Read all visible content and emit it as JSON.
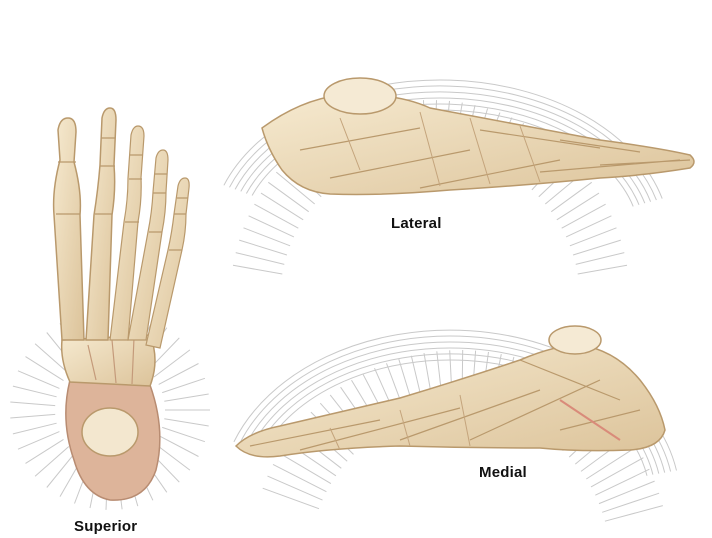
{
  "views": {
    "superior": {
      "label": "Superior"
    },
    "lateral": {
      "label": "Lateral"
    },
    "medial": {
      "label": "Medial"
    }
  },
  "colors": {
    "bone_fill": "#ecdcb8",
    "bone_shade": "#d9bf90",
    "bone_outline": "#b9996c",
    "joint_tint": "#d98b7a",
    "ray_lines": "#c9c9c9",
    "caption_text": "#111111",
    "background": "#ffffff"
  }
}
